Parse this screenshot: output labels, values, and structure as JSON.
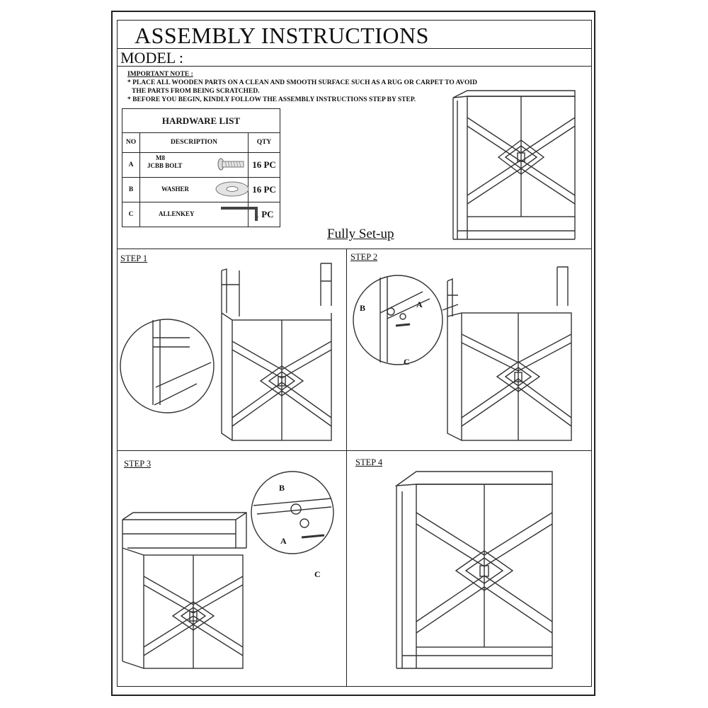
{
  "header": {
    "title": "ASSEMBLY INSTRUCTIONS",
    "model_label": "MODEL :"
  },
  "note": {
    "heading": "IMPORTANT NOTE :",
    "line1": "* PLACE ALL WOODEN PARTS ON A CLEAN AND SMOOTH SURFACE SUCH AS A RUG OR CARPET TO AVOID",
    "line2": "THE PARTS FROM BEING SCRATCHED.",
    "line3": "* BEFORE YOU BEGIN, KINDLY FOLLOW THE ASSEMBLY INSTRUCTIONS STEP BY STEP."
  },
  "hardware": {
    "caption": "HARDWARE LIST",
    "headers": {
      "no": "NO",
      "description": "DESCRIPTION",
      "qty": "QTY"
    },
    "items": [
      {
        "no": "A",
        "desc1": "M8",
        "desc2": "JCBB BOLT",
        "qty": "16 PC",
        "icon": "bolt-icon"
      },
      {
        "no": "B",
        "desc1": "WASHER",
        "desc2": "",
        "qty": "16 PC",
        "icon": "washer-icon"
      },
      {
        "no": "C",
        "desc1": "ALLENKEY",
        "desc2": "",
        "qty": "1 PC",
        "icon": "allen-key-icon"
      }
    ]
  },
  "fully_setup": "Fully Set-up",
  "steps": {
    "step1": "STEP 1",
    "step2": "STEP 2",
    "step3": "STEP 3",
    "step4": "STEP 4"
  },
  "callouts": {
    "a": "A",
    "b": "B",
    "c": "C"
  }
}
